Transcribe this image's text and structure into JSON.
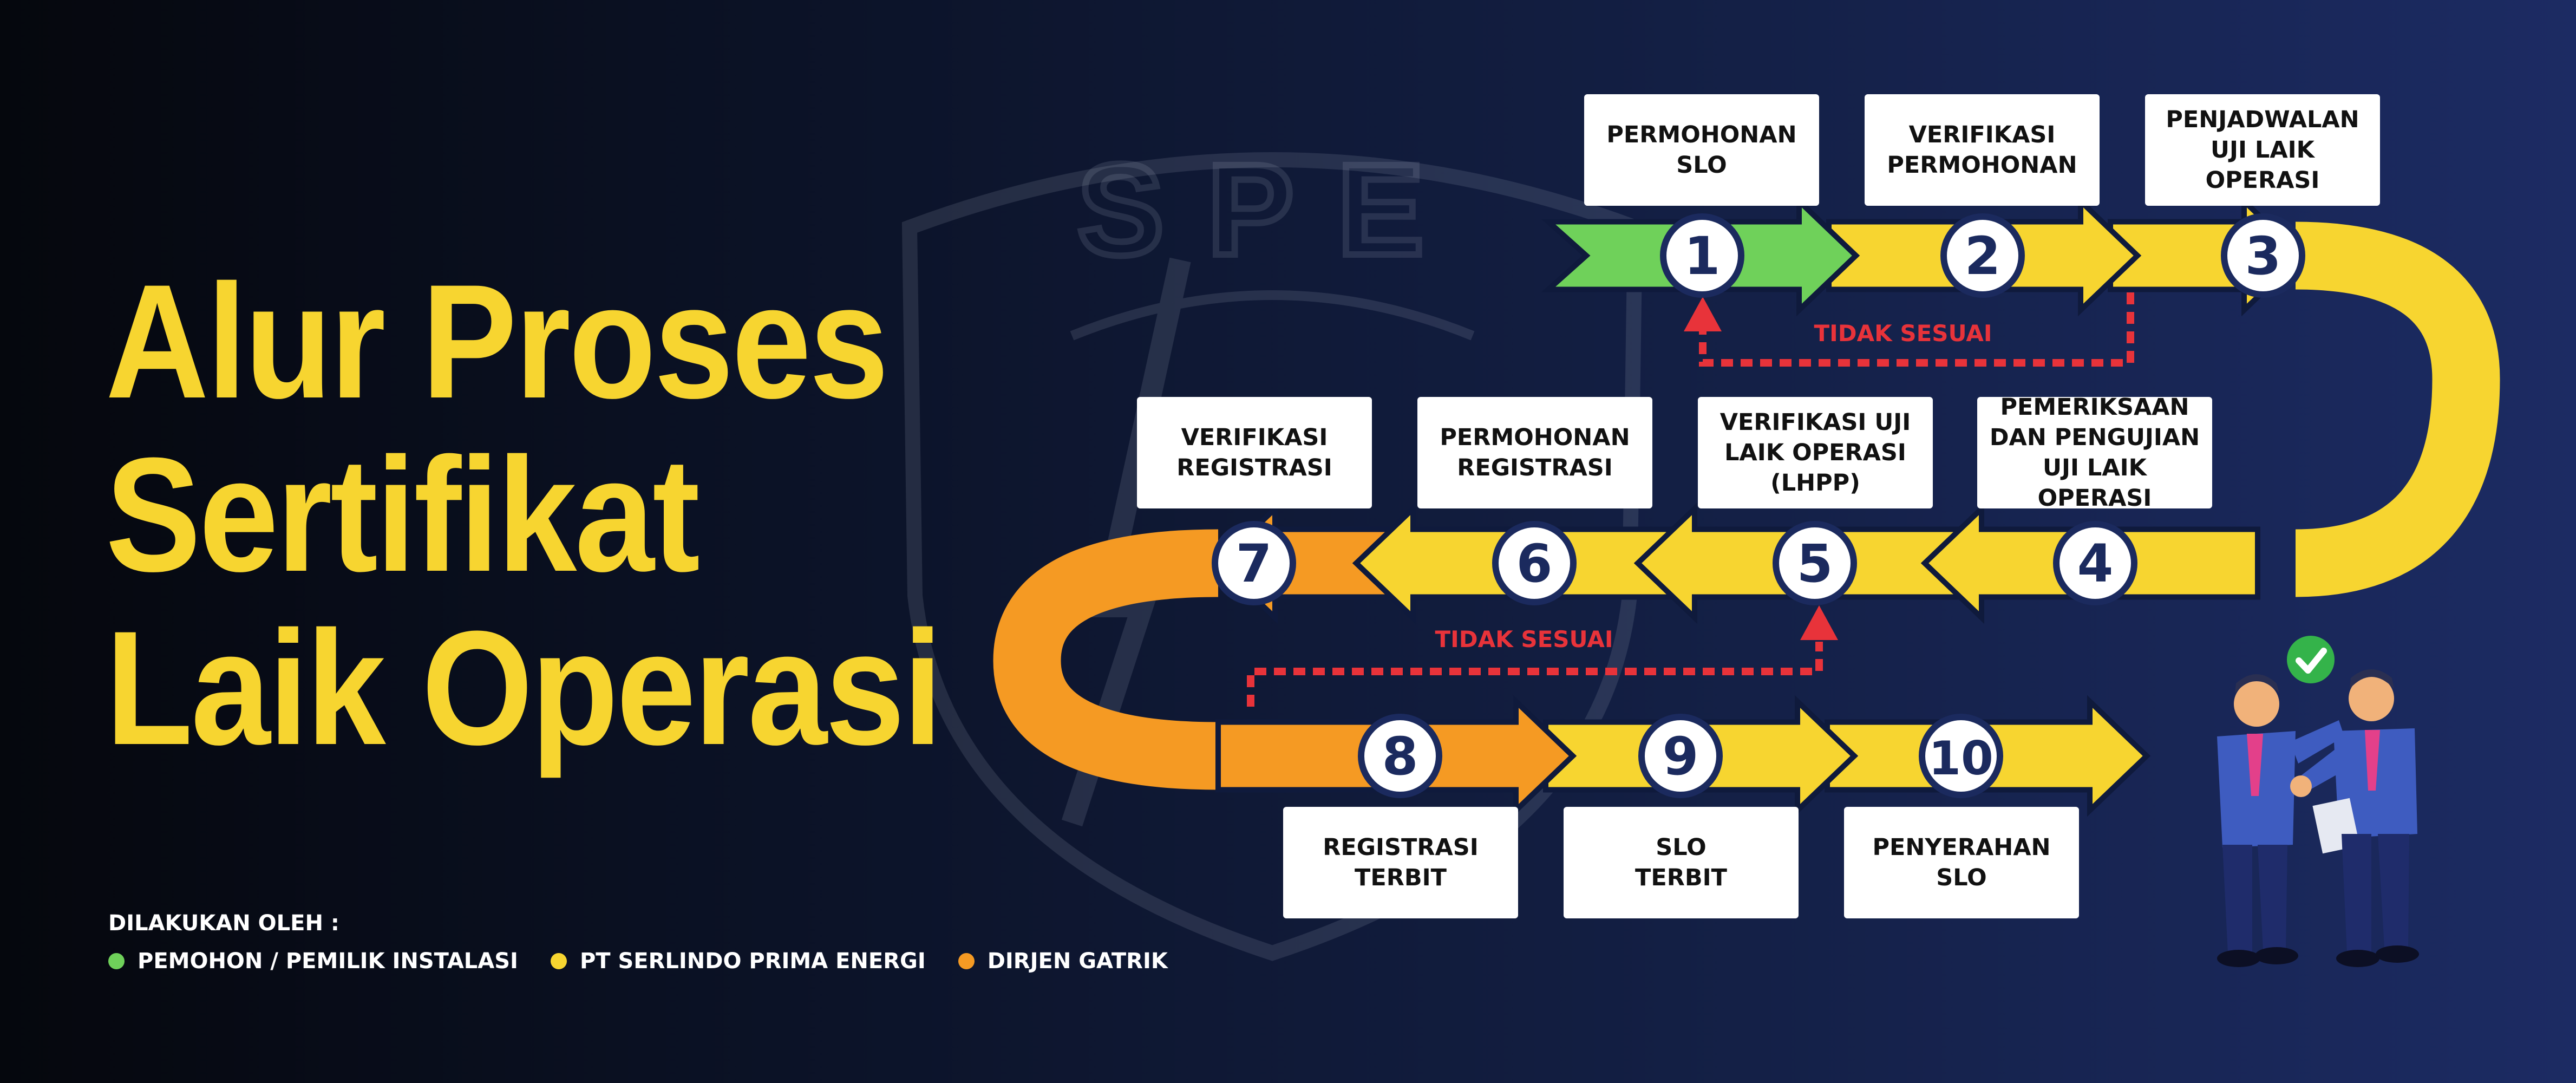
{
  "title_lines": [
    "Alur Proses",
    "Sertifikat",
    "Laik Operasi"
  ],
  "legend": {
    "heading": "DILAKUKAN OLEH :",
    "items": [
      {
        "label": "PEMOHON / PEMILIK INSTALASI",
        "color": "#6fd15a"
      },
      {
        "label": "PT SERLINDO PRIMA ENERGI",
        "color": "#f7d530"
      },
      {
        "label": "DIRJEN GATRIK",
        "color": "#f59a23"
      }
    ]
  },
  "watermark_text": "SPE",
  "colors": {
    "title": "#f7d530",
    "applicant": "#6fd15a",
    "company": "#f7d530",
    "directorate": "#f59a23",
    "reject": "#e8333a",
    "circle_text": "#1b2a5e"
  },
  "steps": [
    {
      "number": "1",
      "label": "PERMOHONAN\nSLO",
      "actor": "applicant"
    },
    {
      "number": "2",
      "label": "VERIFIKASI\nPERMOHONAN",
      "actor": "company"
    },
    {
      "number": "3",
      "label": "PENJADWALAN\nUJI LAIK OPERASI",
      "actor": "company"
    },
    {
      "number": "4",
      "label": "PEMERIKSAAN\nDAN PENGUJIAN\nUJI LAIK OPERASI",
      "actor": "company"
    },
    {
      "number": "5",
      "label": "VERIFIKASI UJI\nLAIK OPERASI\n(LHPP)",
      "actor": "company"
    },
    {
      "number": "6",
      "label": "PERMOHONAN\nREGISTRASI",
      "actor": "company"
    },
    {
      "number": "7",
      "label": "VERIFIKASI\nREGISTRASI",
      "actor": "directorate"
    },
    {
      "number": "8",
      "label": "REGISTRASI\nTERBIT",
      "actor": "directorate"
    },
    {
      "number": "9",
      "label": "SLO\nTERBIT",
      "actor": "company"
    },
    {
      "number": "10",
      "label": "PENYERAHAN\nSLO",
      "actor": "company"
    }
  ],
  "reject_labels": [
    "TIDAK SESUAI",
    "TIDAK SESUAI"
  ]
}
